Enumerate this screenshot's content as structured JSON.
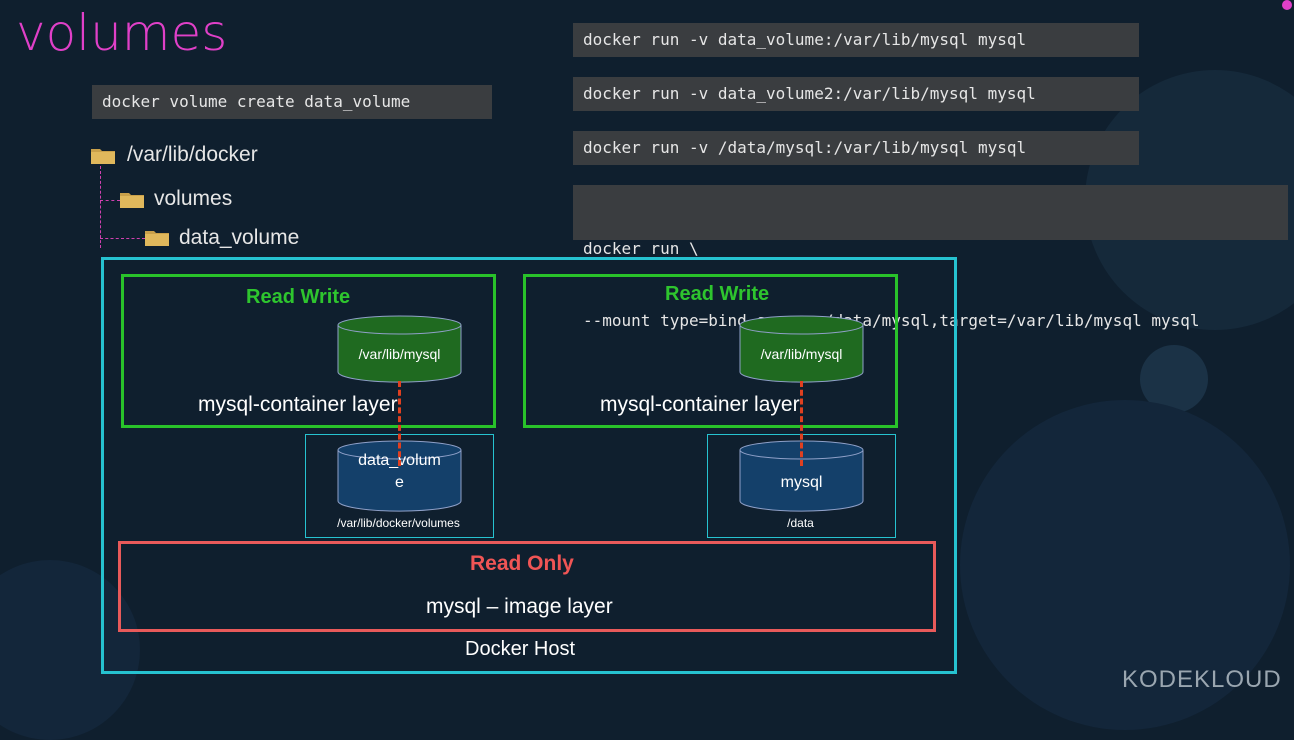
{
  "title": "volumes",
  "commands": {
    "create": "docker volume create data_volume",
    "run1": "docker run -v data_volume:/var/lib/mysql mysql",
    "run2": "docker run -v data_volume2:/var/lib/mysql mysql",
    "run3": "docker run -v /data/mysql:/var/lib/mysql mysql",
    "run4_line1": "docker run \\",
    "run4_line2": "--mount type=bind,source=/data/mysql,target=/var/lib/mysql mysql"
  },
  "tree": {
    "root": "/var/lib/docker",
    "child": "volumes",
    "grandchild": "data_volume"
  },
  "diagram": {
    "left": {
      "access": "Read Write",
      "mount_path": "/var/lib/mysql",
      "layer": "mysql-container layer",
      "volume_name_1": "data_volum",
      "volume_name_2": "e",
      "volume_location": "/var/lib/docker/volumes"
    },
    "right": {
      "access": "Read Write",
      "mount_path": "/var/lib/mysql",
      "layer": "mysql-container layer",
      "volume_name": "mysql",
      "volume_location": "/data"
    },
    "image": {
      "access": "Read Only",
      "layer": "mysql – image layer"
    },
    "host": "Docker Host"
  },
  "branding": {
    "logo_left": "KODE",
    "logo_right": "KLOUD",
    "accent": "#e040c8",
    "host_border": "#26c2d0",
    "rw_color": "#29c22a",
    "ro_color": "#e85a5a"
  }
}
